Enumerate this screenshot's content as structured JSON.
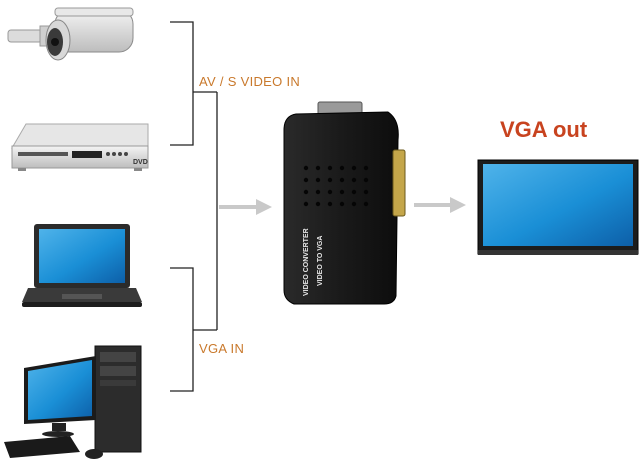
{
  "labels": {
    "av_s_video_in": "AV / S VIDEO IN",
    "vga_in": "VGA IN",
    "vga_out": "VGA out",
    "converter_line1": "VIDEO CONVERTER",
    "converter_line2": "VIDEO TO VGA",
    "dvd_badge": "DVD"
  },
  "colors": {
    "input_label": "#c9792c",
    "output_label": "#c8431f",
    "connector_line": "#222222",
    "arrow": "#c9c9c9",
    "screen": "#1a8fd6"
  },
  "icons": {
    "camera": "security-camera-icon",
    "dvd": "dvd-player-icon",
    "laptop": "laptop-icon",
    "desktop": "desktop-computer-icon",
    "converter": "video-converter-box-icon",
    "monitor": "vga-monitor-icon"
  }
}
